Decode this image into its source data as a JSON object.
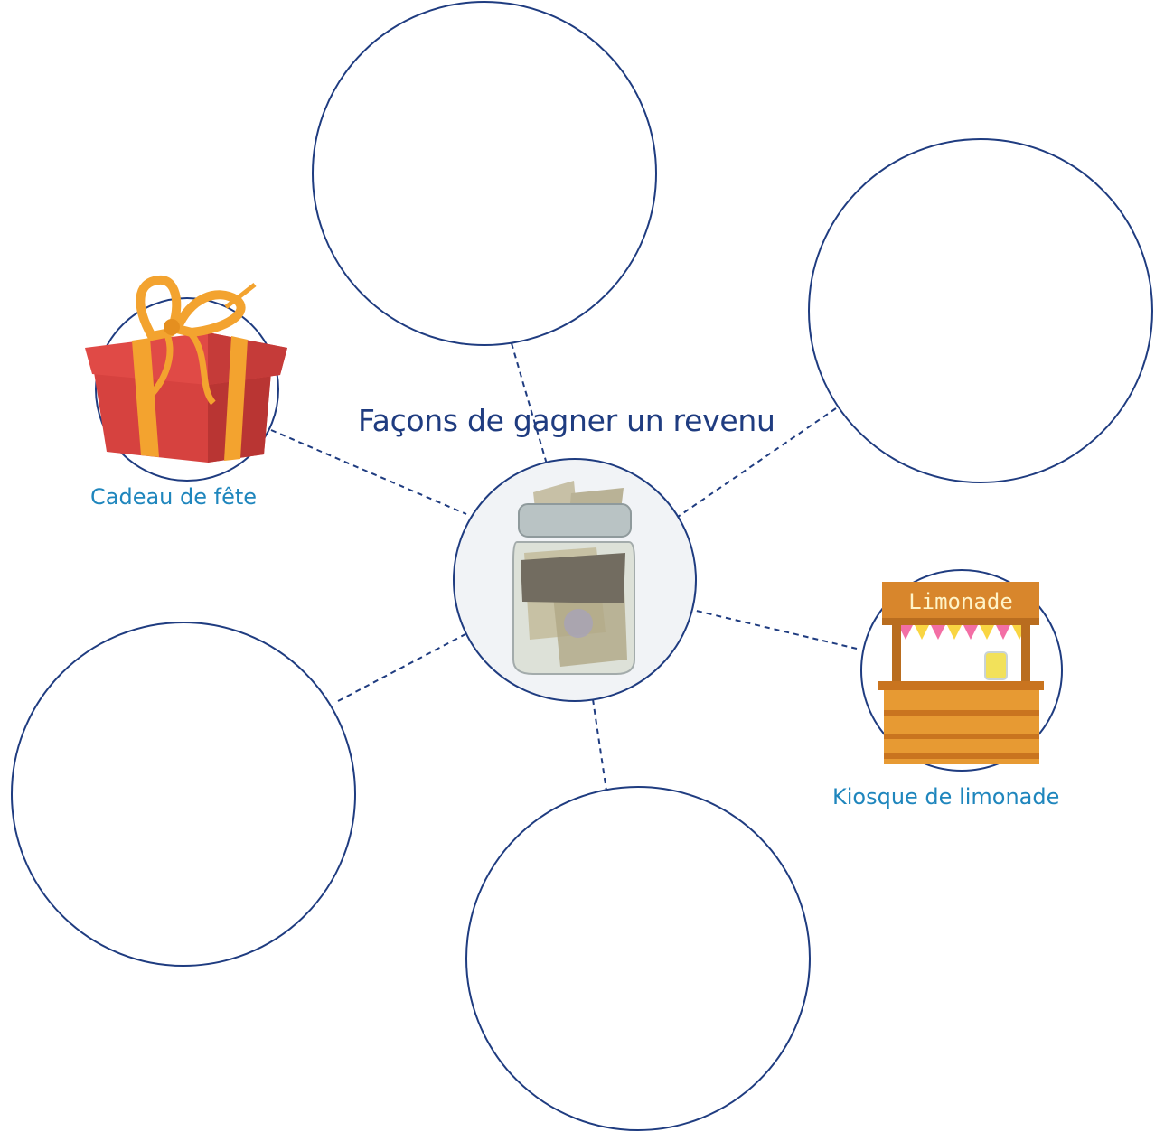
{
  "diagram": {
    "title": "Façons de gagner un revenu",
    "center": {
      "icon": "money-jar-icon"
    },
    "examples": [
      {
        "label": "Cadeau de fête",
        "icon": "gift-box-icon"
      },
      {
        "label": "Kiosque de limonade",
        "icon": "lemonade-stand-icon",
        "sign_text": "Limonade"
      }
    ],
    "empty_bubbles": 4
  },
  "colors": {
    "circle_stroke": "#1f3c80",
    "title": "#1f3c80",
    "label": "#1f86bd",
    "connector": "#1f3c80",
    "center_fill": "#f1f3f6"
  }
}
